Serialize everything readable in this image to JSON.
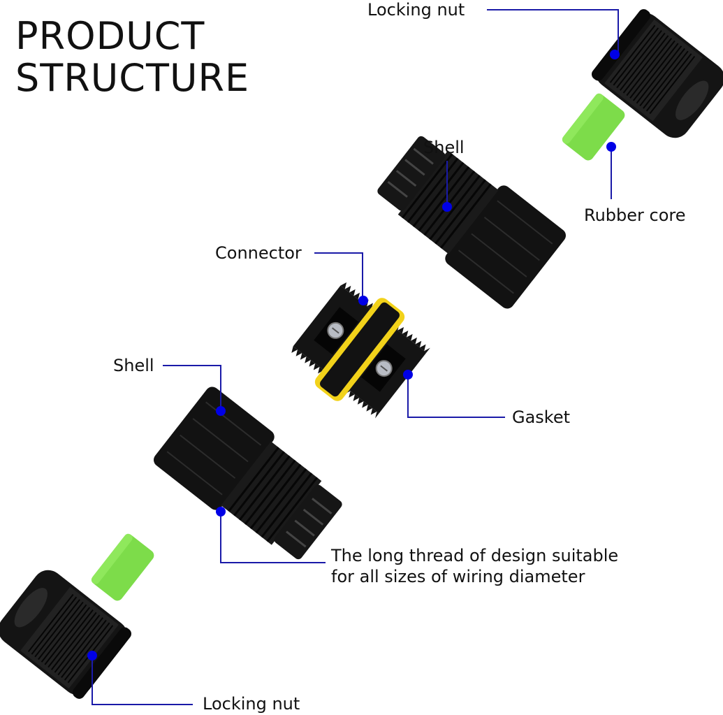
{
  "title": {
    "line1": "PRODUCT",
    "line2": "STRUCTURE"
  },
  "colors": {
    "leader_line": "#1a1aa8",
    "marker_dot": "#0000e6",
    "part_black": "#141414",
    "rubber_core_green": "#7ddc4a",
    "gasket_yellow": "#f2d21a",
    "screw_metal": "#b8bcc4"
  },
  "callouts": [
    {
      "id": "locking-nut-top",
      "label": "Locking nut"
    },
    {
      "id": "rubber-core",
      "label": "Rubber core"
    },
    {
      "id": "shell-top",
      "label": "Shell"
    },
    {
      "id": "connector",
      "label": "Connector"
    },
    {
      "id": "gasket",
      "label": "Gasket"
    },
    {
      "id": "shell-bottom",
      "label": "Shell"
    },
    {
      "id": "long-thread",
      "label_line1": "The long thread of design suitable",
      "label_line2": "for all sizes of wiring diameter"
    },
    {
      "id": "locking-nut-bottom",
      "label": "Locking nut"
    }
  ],
  "parts": [
    {
      "name": "Locking nut",
      "position": "top-right"
    },
    {
      "name": "Rubber core",
      "position": "top-right"
    },
    {
      "name": "Shell",
      "position": "upper-middle"
    },
    {
      "name": "Connector",
      "position": "center"
    },
    {
      "name": "Gasket",
      "position": "center"
    },
    {
      "name": "Shell",
      "position": "lower-middle"
    },
    {
      "name": "Rubber core",
      "position": "bottom-left"
    },
    {
      "name": "Locking nut",
      "position": "bottom-left"
    }
  ]
}
